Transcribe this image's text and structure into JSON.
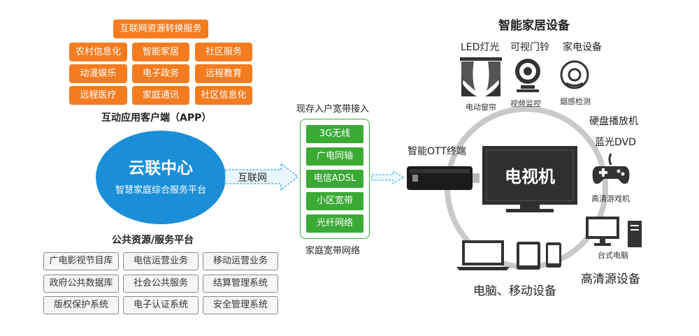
{
  "app_services": {
    "top": "互联网资源转换服务",
    "grid": [
      "农村信息化",
      "智能家居",
      "社区服务",
      "动漫娱乐",
      "电子政务",
      "远程教育",
      "远程医疗",
      "家庭通讯",
      "社区信息化"
    ],
    "caption": "互动应用客户端（APP）"
  },
  "cloud": {
    "title": "云联中心",
    "subtitle": "智慧家庭综合服务平台"
  },
  "arrow_label": "互联网",
  "public_platform": {
    "caption": "公共资源/服务平台",
    "grid": [
      "广电影视节目库",
      "电信运营业务",
      "移动运营业务",
      "政府公共数据库",
      "社会公共服务",
      "结算管理系统",
      "版权保护系统",
      "电子认证系统",
      "安全管理系统"
    ]
  },
  "broadband": {
    "top_caption": "现存入户宽带接入",
    "options": [
      "3G无线",
      "广电同轴",
      "电信ADSL",
      "小区宽带",
      "光纤网络"
    ],
    "bottom_caption": "家庭宽带网络"
  },
  "ott_label": "智能OTT终端",
  "tv_label": "电视机",
  "smart_home": {
    "title": "智能家居设备",
    "categories": [
      "LED灯光",
      "可视门铃",
      "家电设备"
    ],
    "devices": [
      "电动窗帘",
      "视频监控",
      "烟感检测"
    ]
  },
  "hd_sources": {
    "items": [
      "硬盘播放机",
      "蓝光DVD"
    ],
    "game_label": "高清游戏机",
    "pc_label": "台式电脑",
    "title": "高清源设备"
  },
  "mobile_title": "电脑、移动设备",
  "colors": {
    "orange": "#f47c20",
    "blue": "#1a8fd8",
    "green": "#3aaa35",
    "ring": "#c9c9c9",
    "dark": "#333333"
  }
}
